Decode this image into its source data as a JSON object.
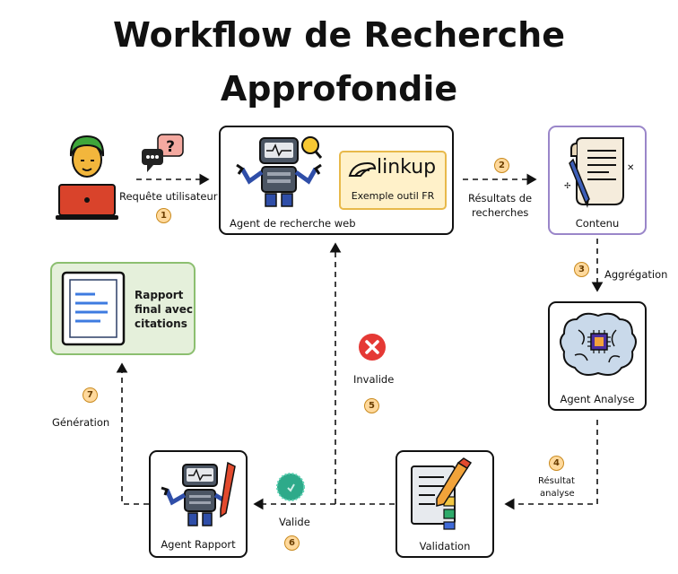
{
  "title_line1": "Workflow de Recherche",
  "title_line2": "Approfondie",
  "nodes": {
    "user": {
      "label": "Requête utilisateur"
    },
    "search_agent": {
      "label": "Agent de recherche web",
      "tool_name": "linkup",
      "tool_caption": "Exemple outil FR"
    },
    "content": {
      "label": "Contenu"
    },
    "analysis_agent": {
      "label": "Agent Analyse"
    },
    "validation": {
      "label": "Validation"
    },
    "report_agent": {
      "label": "Agent Rapport"
    },
    "final_report": {
      "label_line1": "Rapport",
      "label_line2": "final avec",
      "label_line3": "citations"
    }
  },
  "edges": [
    {
      "step": "1",
      "label": "Requête utilisateur"
    },
    {
      "step": "2",
      "label_line1": "Résultats de",
      "label_line2": "recherches"
    },
    {
      "step": "3",
      "label": "Aggrégation"
    },
    {
      "step": "4",
      "label_line1": "Résultat",
      "label_line2": "analyse"
    },
    {
      "step": "5",
      "label": "Invalide"
    },
    {
      "step": "6",
      "label": "Valide"
    },
    {
      "step": "7",
      "label": "Génération"
    }
  ],
  "colors": {
    "content_border": "#9a86c9",
    "final_report_bg": "#e5f0db",
    "final_report_border": "#8cbf70",
    "linkup_bg": "#fff1c9",
    "linkup_border": "#e8b94a",
    "badge_bg": "#ffd99c",
    "invalid_icon": "#e53935",
    "valid_icon": "#2eaa8a"
  },
  "icons": [
    "user-laptop-icon",
    "chat-question-icon",
    "robot-icon",
    "linkup-logo-icon",
    "paper-scroll-icon",
    "brain-chip-icon",
    "checklist-pencil-icon",
    "robot-pencil-icon",
    "document-icon",
    "invalid-x-icon",
    "valid-check-icon"
  ]
}
